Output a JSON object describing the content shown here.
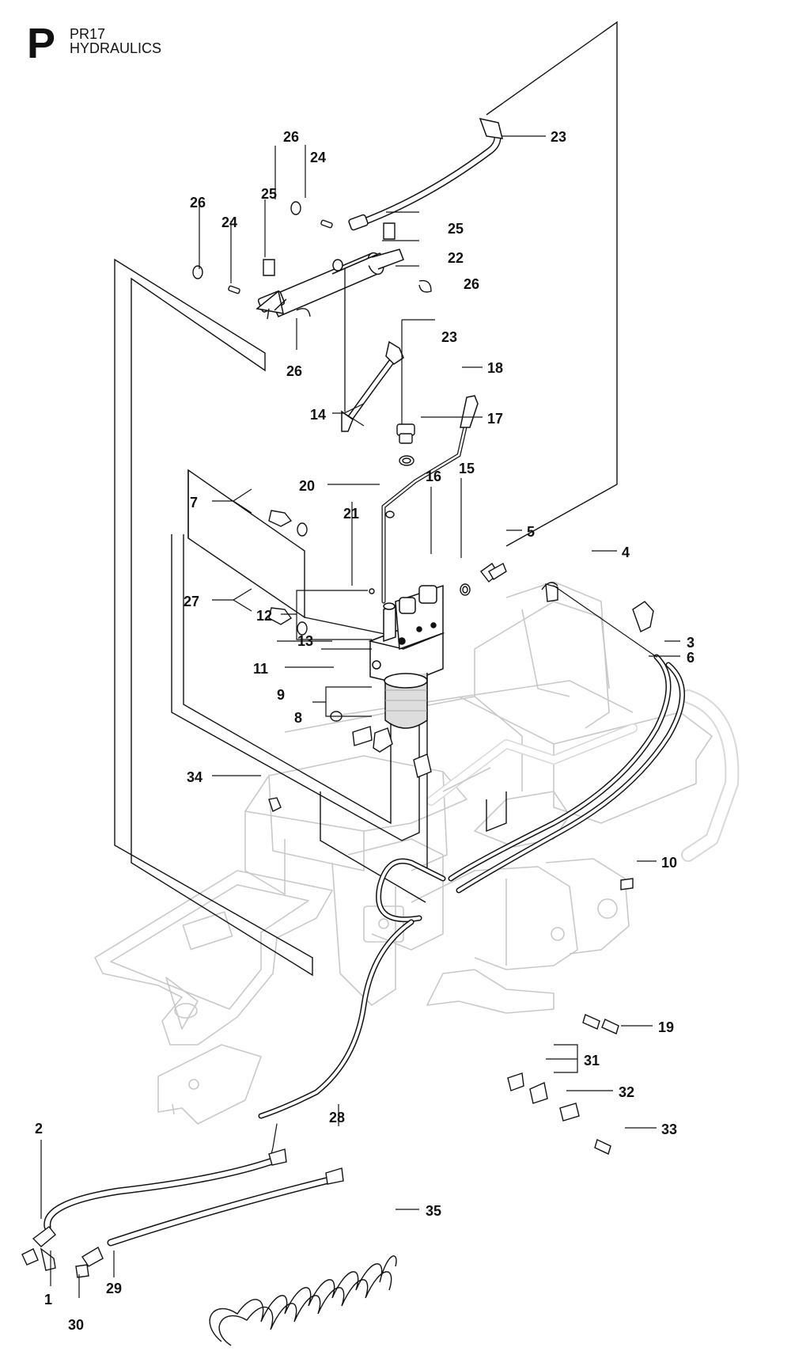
{
  "header": {
    "section_letter": "P",
    "model_code": "PR17",
    "section_title": "HYDRAULICS"
  },
  "callouts": {
    "c1": "1",
    "c2": "2",
    "c3": "3",
    "c4": "4",
    "c5": "5",
    "c6": "6",
    "c7": "7",
    "c8": "8",
    "c9": "9",
    "c10": "10",
    "c11": "11",
    "c12": "12",
    "c13": "13",
    "c14": "14",
    "c15": "15",
    "c16": "16",
    "c17": "17",
    "c18": "18",
    "c19": "19",
    "c20": "20",
    "c21": "21",
    "c22": "22",
    "c23a": "23",
    "c23b": "23",
    "c24a": "24",
    "c24b": "24",
    "c25a": "25",
    "c25b": "25",
    "c26a": "26",
    "c26b": "26",
    "c26c": "26",
    "c26d": "26",
    "c27": "27",
    "c28": "28",
    "c29": "29",
    "c30": "30",
    "c31": "31",
    "c32": "32",
    "c33": "33",
    "c34": "34",
    "c35": "35"
  },
  "colors": {
    "ink": "#111111",
    "frame_ghost": "#c8c8c8",
    "filter_fill": "#dddddd"
  }
}
